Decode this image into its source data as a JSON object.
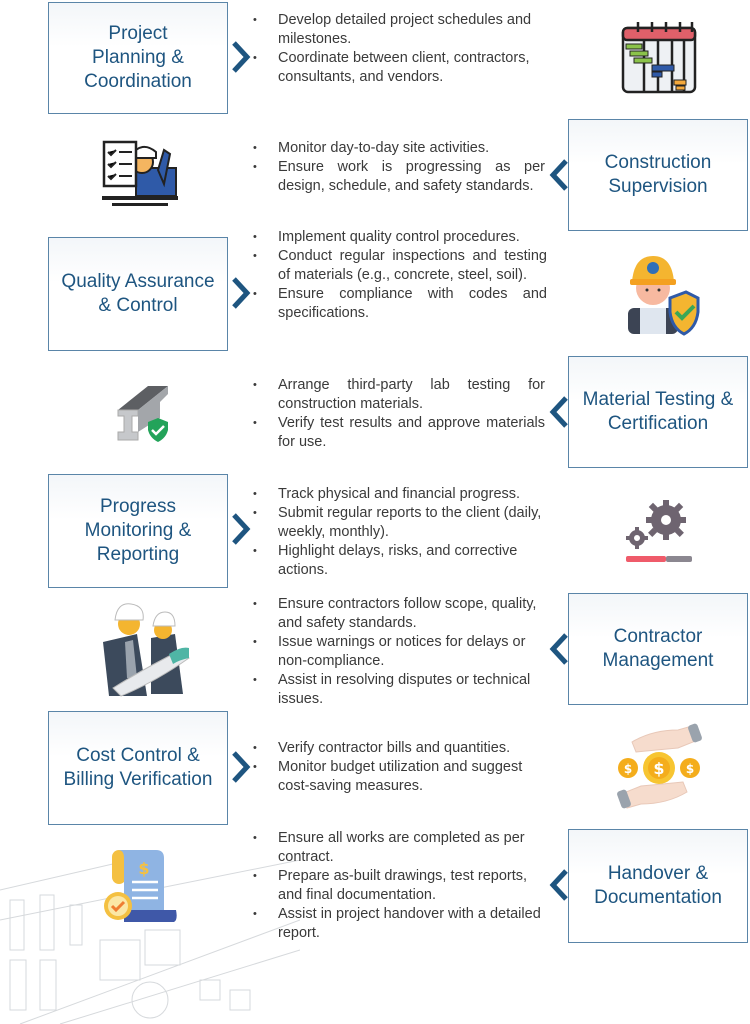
{
  "colors": {
    "title": "#1e5580",
    "border": "#5a85a8",
    "chevron": "#1e5580",
    "body_text": "#3a3a3a"
  },
  "sections": [
    {
      "title_lines": [
        "Project",
        "Planning &",
        "Coordination"
      ],
      "icon": "gantt-calendar-icon",
      "bullets": [
        "Develop detailed project schedules and milestones.",
        "Coordinate between client, contractors, consultants, and vendors."
      ]
    },
    {
      "title_lines": [
        "Construction",
        "Supervision"
      ],
      "icon": "engineer-checklist-icon",
      "bullets": [
        "Monitor day-to-day site activities.",
        "Ensure work is progressing as per design, schedule, and safety standards."
      ]
    },
    {
      "title_lines": [
        "Quality Assurance",
        "& Control"
      ],
      "icon": "worker-shield-icon",
      "bullets": [
        "Implement quality control procedures.",
        "Conduct regular inspections and testing of materials (e.g., concrete, steel, soil).",
        "Ensure compliance with codes and specifications."
      ]
    },
    {
      "title_lines": [
        "Material Testing &",
        "Certification"
      ],
      "icon": "steel-beam-check-icon",
      "bullets": [
        "Arrange third-party lab testing for construction materials.",
        "Verify test results and approve materials for use."
      ]
    },
    {
      "title_lines": [
        "Progress",
        "Monitoring &",
        "Reporting"
      ],
      "icon": "gears-progress-icon",
      "bullets": [
        "Track physical and financial progress.",
        "Submit regular reports to the client (daily, weekly, monthly).",
        "Highlight delays, risks, and corrective actions."
      ]
    },
    {
      "title_lines": [
        "Contractor",
        "Management"
      ],
      "icon": "engineers-blueprint-icon",
      "bullets": [
        "Ensure contractors follow scope, quality, and safety standards.",
        "Issue warnings or notices for delays or non-compliance.",
        "Assist in resolving disputes or technical issues."
      ]
    },
    {
      "title_lines": [
        "Cost Control &",
        "Billing Verification"
      ],
      "icon": "hands-coins-icon",
      "bullets": [
        "Verify contractor bills and quantities.",
        "Monitor budget utilization and suggest cost-saving measures."
      ]
    },
    {
      "title_lines": [
        "Handover &",
        "Documentation"
      ],
      "icon": "document-approval-icon",
      "bullets": [
        "Ensure all works are completed as per contract.",
        "Prepare as-built drawings, test reports, and final documentation.",
        "Assist in project handover with a detailed report."
      ]
    }
  ]
}
